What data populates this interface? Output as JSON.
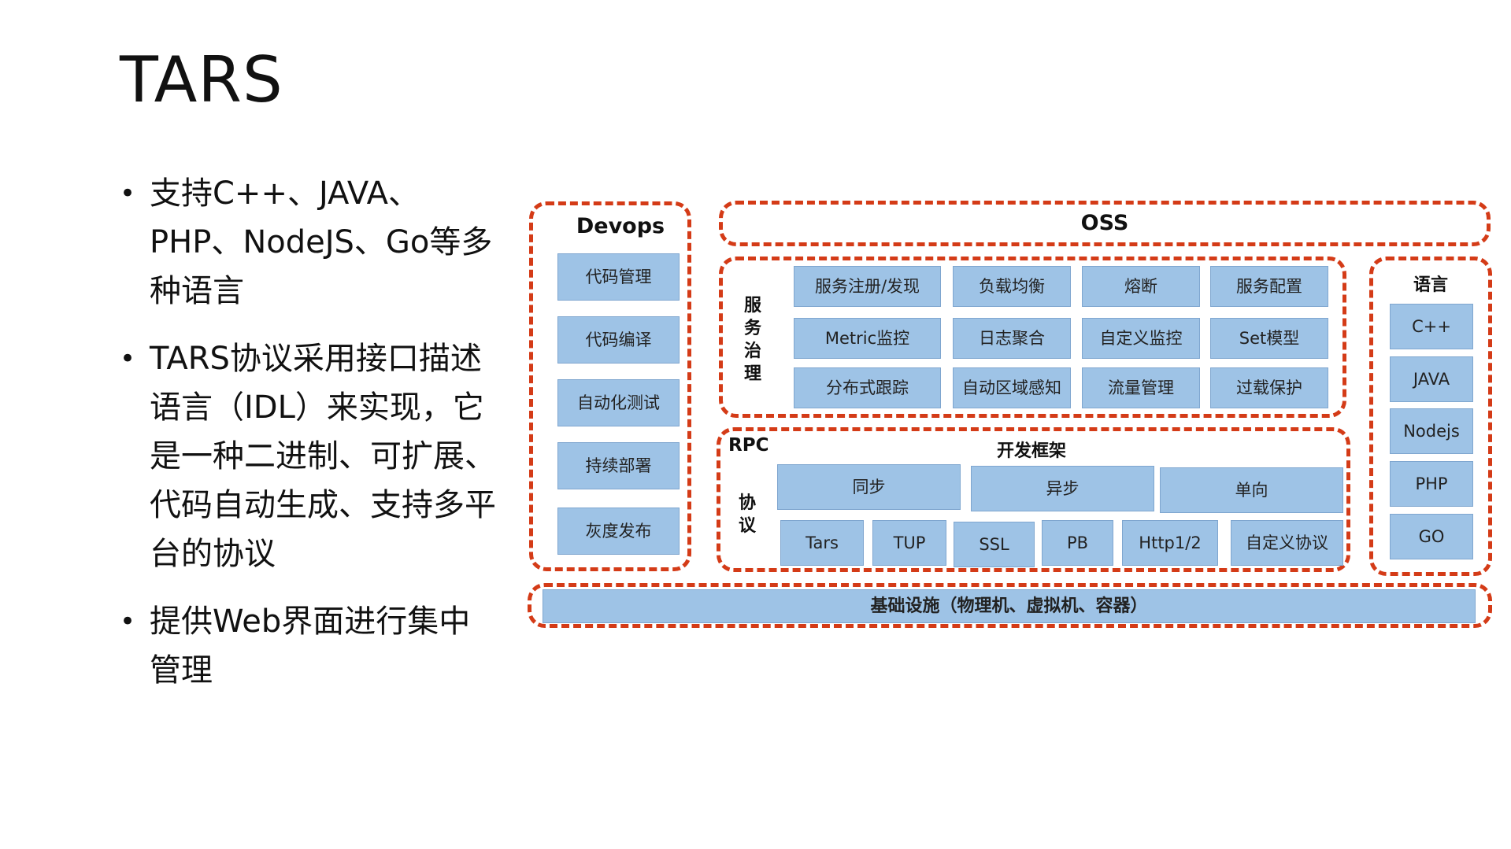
{
  "title": "TARS",
  "bullets": [
    "支持C++、JAVA、PHP、NodeJS、Go等多种语言",
    "TARS协议采用接口描述语言（IDL）来实现，它是一种二进制、可扩展、代码自动生成、支持多平台的协议",
    "提供Web界面进行集中管理"
  ],
  "diagram": {
    "devops": {
      "title": "Devops",
      "items": [
        "代码管理",
        "代码编译",
        "自动化测试",
        "持续部署",
        "灰度发布"
      ]
    },
    "oss": {
      "title": "OSS"
    },
    "governance": {
      "label": "服务治理",
      "rows": [
        [
          "服务注册/发现",
          "负载均衡",
          "熔断",
          "服务配置"
        ],
        [
          "Metric监控",
          "日志聚合",
          "自定义监控",
          "Set模型"
        ],
        [
          "分布式跟踪",
          "自动区域感知",
          "流量管理",
          "过载保护"
        ]
      ]
    },
    "rpc": {
      "title": "RPC",
      "framework_title": "开发框架",
      "protocol_label": "协议",
      "framework_items": [
        "同步",
        "异步",
        "单向"
      ],
      "protocol_items": [
        "Tars",
        "TUP",
        "SSL",
        "PB",
        "Http1/2",
        "自定义协议"
      ]
    },
    "languages": {
      "title": "语言",
      "items": [
        "C++",
        "JAVA",
        "Nodejs",
        "PHP",
        "GO"
      ]
    },
    "infrastructure": {
      "label": "基础设施（物理机、虚拟机、容器）"
    }
  }
}
